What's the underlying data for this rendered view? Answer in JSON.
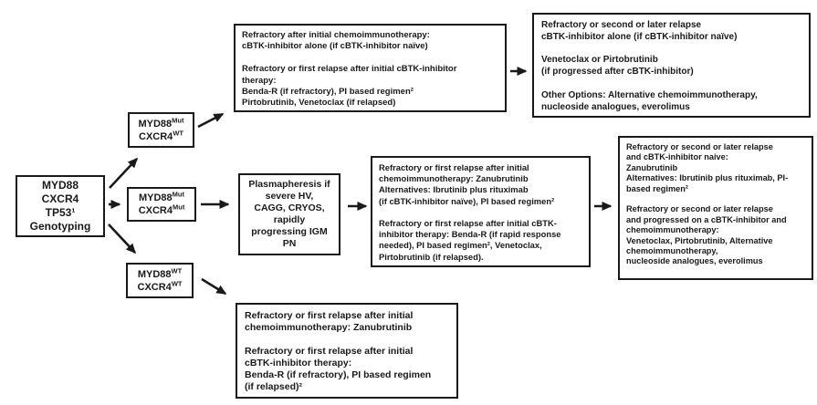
{
  "figure": {
    "type": "treatment-algorithm-flowchart",
    "background_color": "#ffffff",
    "line_color": "#1a1a1a",
    "box_border_color": "#1a1a1a"
  },
  "nodes": {
    "genotyping": {
      "text": "MYD88\nCXCR4\nTP53¹\nGenotyping"
    },
    "gene_top": {
      "gene1": "MYD88",
      "gene1_sup": "Mut",
      "gene2": "CXCR4",
      "gene2_sup": "WT"
    },
    "gene_mid": {
      "gene1": "MYD88",
      "gene1_sup": "Mut",
      "gene2": "CXCR4",
      "gene2_sup": "Mut"
    },
    "gene_bottom": {
      "gene1": "MYD88",
      "gene1_sup": "WT",
      "gene2": "CXCR4",
      "gene2_sup": "WT"
    },
    "plasmapheresis": {
      "text": "Plasmapheresis if\nsevere HV,\nCAGG, CRYOS,\nrapidly\nprogressing IGM\nPN"
    },
    "top_first_line": {
      "text": "Refractory after initial chemoimmunotherapy:\ncBTK-inhibitor alone (if cBTK-inhibitor naïve)\n\nRefractory or first relapse after initial cBTK-inhibitor\ntherapy:\nBenda-R (if refractory), PI based regimen²\nPirtobrutinib, Venetoclax (if relapsed)"
    },
    "top_later_relapse": {
      "text": "Refractory or second or later relapse\ncBTK-inhibitor alone (if cBTK-inhibitor naïve)\n\nVenetoclax or Pirtobrutinib\n(if progressed after cBTK-inhibitor)\n\nOther Options: Alternative chemoimmunotherapy,\nnucleoside analogues, everolimus"
    },
    "mid_first_line": {
      "text": "Refractory or first relapse after initial\nchemoimmunotherapy: Zanubrutinib\nAlternatives: Ibrutinib plus rituximab\n(if cBTK-inhibitor naïve), PI based regimen²\n\nRefractory or first relapse after initial cBTK-\ninhibitor therapy: Benda-R (if rapid response\nneeded), PI based regimen², Venetoclax,\nPirtobrutinib (if relapsed)."
    },
    "mid_later_relapse": {
      "text": "Refractory or second or later relapse\nand cBTK-inhibitor naive:\nZanubrutinib\nAlternatives: Ibrutinib plus rituximab, PI-\nbased regimen²\n\nRefractory or second or later relapse\nand progressed on a cBTK-inhibitor and\nchemoimmunotherapy:\nVenetoclax, Pirtobrutinib, Alternative\nchemoimmunotherapy,\nnucleoside analogues, everolimus"
    },
    "bottom_first_line": {
      "text": "Refractory or first relapse after initial\nchemoimmunotherapy: Zanubrutinib\n\nRefractory or first relapse after initial\ncBTK-inhibitor therapy:\nBenda-R (if refractory), PI based regimen\n(if relapsed)²"
    }
  }
}
